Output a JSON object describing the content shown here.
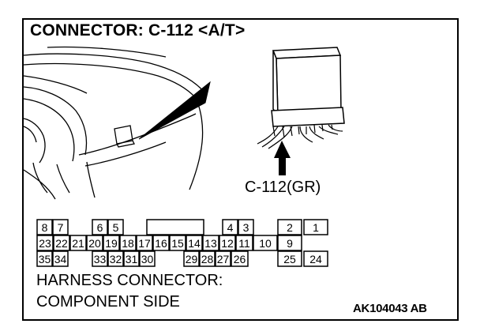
{
  "title": "CONNECTOR: C-112 <A/T>",
  "component_callout": "C-112(GR)",
  "caption_line1": "HARNESS CONNECTOR:",
  "caption_line2": "COMPONENT SIDE",
  "figure_code": "AK104043 AB",
  "connector_pins": {
    "row1": [
      "8",
      "7",
      "6",
      "5",
      "4",
      "3",
      "2",
      "1"
    ],
    "row2": [
      "23",
      "22",
      "21",
      "20",
      "19",
      "18",
      "17",
      "16",
      "15",
      "14",
      "13",
      "12",
      "11",
      "10",
      "9"
    ],
    "row3": [
      "35",
      "34",
      "33",
      "32",
      "31",
      "30",
      "29",
      "28",
      "27",
      "26",
      "25",
      "24"
    ]
  }
}
